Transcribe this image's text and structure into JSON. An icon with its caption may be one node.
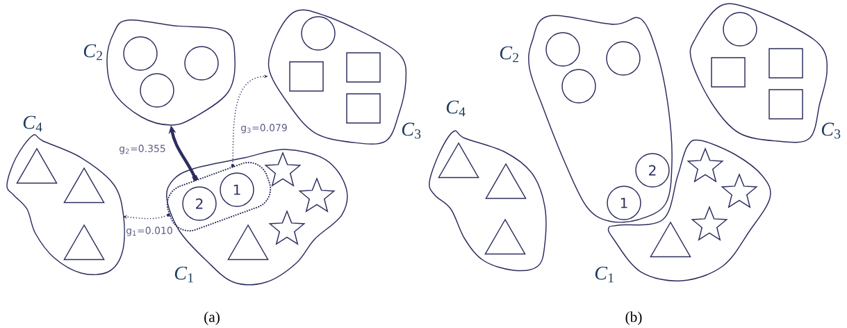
{
  "diagram": {
    "nodes": [
      {
        "text": [
          "*C*$_{2}$"
        ]
      },
      {
        "text": [],
        "shape": "circle",
        "in": 0
      },
      {
        "text": [],
        "shape": "circle",
        "in": 0
      },
      {
        "text": [],
        "shape": "circle",
        "in": 0
      },
      {
        "text": [
          "*C*$_{3}$"
        ]
      },
      {
        "text": [],
        "shape": "circle",
        "in": 4
      },
      {
        "text": [],
        "shape": "box",
        "in": 4
      },
      {
        "text": [],
        "shape": "box",
        "in": 4
      },
      {
        "text": [],
        "shape": "box",
        "in": 4
      },
      {
        "text": [
          "*C*$_{4}$"
        ]
      },
      {
        "text": [],
        "shape": "triangle",
        "in": 9
      },
      {
        "text": [],
        "shape": "triangle",
        "in": 9
      },
      {
        "text": [],
        "shape": "triangle",
        "in": 9
      },
      {
        "text": [
          "*C*$_{1}$"
        ]
      },
      {
        "text": [],
        "shape": "box",
        "in": 13
      },
      {
        "text": [
          "2"
        ],
        "in": 14
      },
      {
        "text": [
          "1"
        ],
        "in": 14
      },
      {
        "text": [],
        "shape": "star",
        "in": 13
      },
      {
        "text": [],
        "shape": "star",
        "in": 13
      },
      {
        "text": [],
        "shape": "star",
        "in": 13
      },
      {
        "text": [],
        "shape": "triangle",
        "in": 13
      },
      {
        "text": [
          "*C*$_{2}$"
        ]
      },
      {
        "text": [],
        "shape": "circle",
        "in": 21
      },
      {
        "text": [],
        "shape": "circle",
        "in": 21
      },
      {
        "text": [],
        "shape": "circle",
        "in": 21
      },
      {
        "text": [
          "2"
        ],
        "in": 21
      },
      {
        "text": [
          "1"
        ],
        "in": 21
      },
      {
        "text": [
          "*C*$_{3}$"
        ]
      },
      {
        "text": [],
        "shape": "circle",
        "in": 27
      },
      {
        "text": [],
        "shape": "box",
        "in": 27
      },
      {
        "text": [],
        "shape": "box",
        "in": 27
      },
      {
        "text": [],
        "shape": "box",
        "in": 27
      },
      {
        "text": [
          "*C*$_{4}$"
        ]
      },
      {
        "text": [],
        "shape": "triangle",
        "in": 32
      },
      {
        "text": [],
        "shape": "triangle",
        "in": 32
      },
      {
        "text": [],
        "shape": "triangle",
        "in": 32
      },
      {
        "text": [
          "*C*$_{1}$"
        ]
      },
      {
        "text": [],
        "shape": "star",
        "in": 36
      },
      {
        "text": [],
        "shape": "star",
        "in": 36
      },
      {
        "text": [],
        "shape": "star",
        "in": 36
      },
      {
        "text": [],
        "shape": "triangle",
        "in": 36
      }
    ],
    "edges": [
      {
        "from": 14,
        "to": 0,
        "arrow": "to",
        "label": "g$_{2}$=0.355",
        "style": "thick"
      },
      {
        "from": 14,
        "to": 4,
        "arrow": "to",
        "label": "g$_{3}$=0.079",
        "style": "dashed"
      },
      {
        "from": 14,
        "to": 9,
        "arrow": "to",
        "label": "g$_{1}$=0.010",
        "style": "dashed"
      }
    ],
    "labels": [
      "(a)",
      "(b)"
    ]
  }
}
